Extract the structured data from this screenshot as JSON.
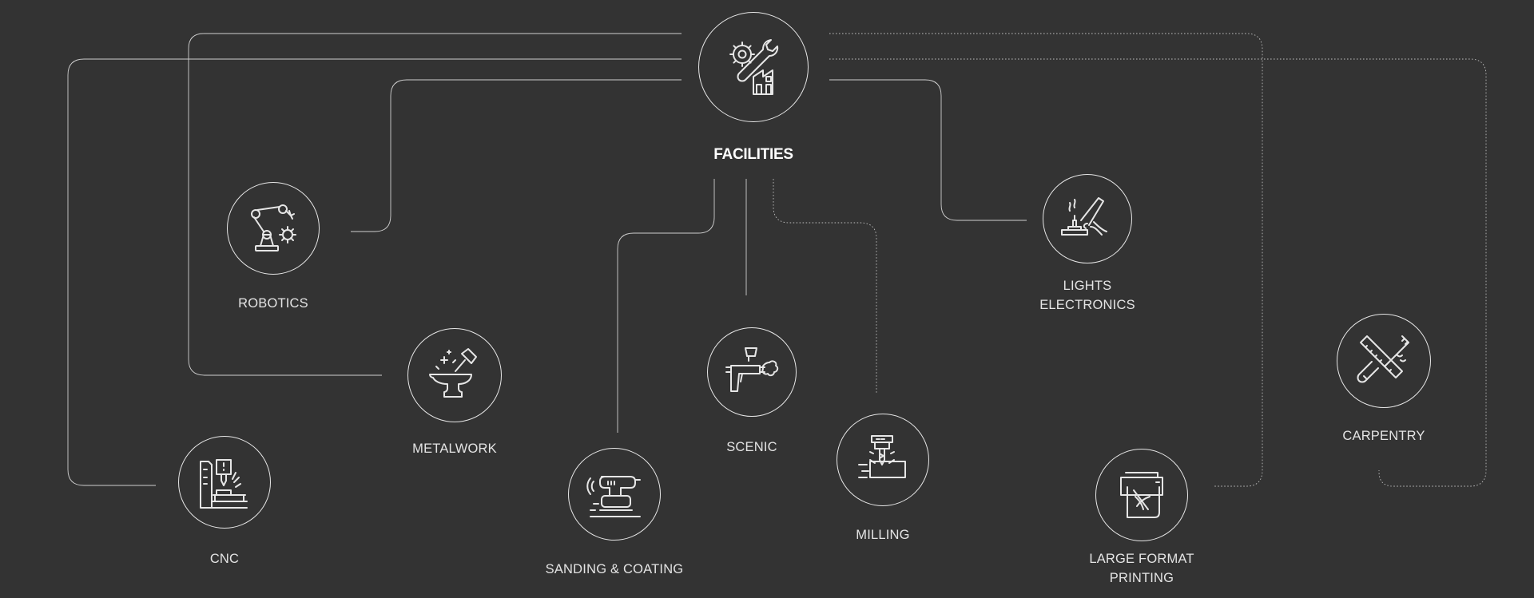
{
  "diagram": {
    "center": {
      "label": "FACILITIES",
      "icon": "wrench-gear-factory-icon"
    },
    "nodes": [
      {
        "id": "robotics",
        "label": "ROBOTICS",
        "icon": "robot-arm-icon"
      },
      {
        "id": "metalwork",
        "label": "METALWORK",
        "icon": "anvil-hammer-icon"
      },
      {
        "id": "cnc",
        "label": "CNC",
        "icon": "cnc-machine-icon"
      },
      {
        "id": "sanding",
        "label": "SANDING & COATING",
        "icon": "orbital-sander-icon"
      },
      {
        "id": "scenic",
        "label": "SCENIC",
        "icon": "spray-gun-icon"
      },
      {
        "id": "milling",
        "label": "MILLING",
        "icon": "milling-machine-icon"
      },
      {
        "id": "lights",
        "label_lines": [
          "LIGHTS",
          "ELECTRONICS"
        ],
        "icon": "soldering-iron-icon"
      },
      {
        "id": "printing",
        "label_lines": [
          "LARGE FORMAT",
          "PRINTING"
        ],
        "icon": "large-format-printer-icon"
      },
      {
        "id": "carpentry",
        "label": "CARPENTRY",
        "icon": "crossed-saws-icon"
      }
    ]
  },
  "colors": {
    "background": "#333333",
    "line": "#cfcfcf",
    "text": "#e4e4e4",
    "title": "#ffffff"
  }
}
